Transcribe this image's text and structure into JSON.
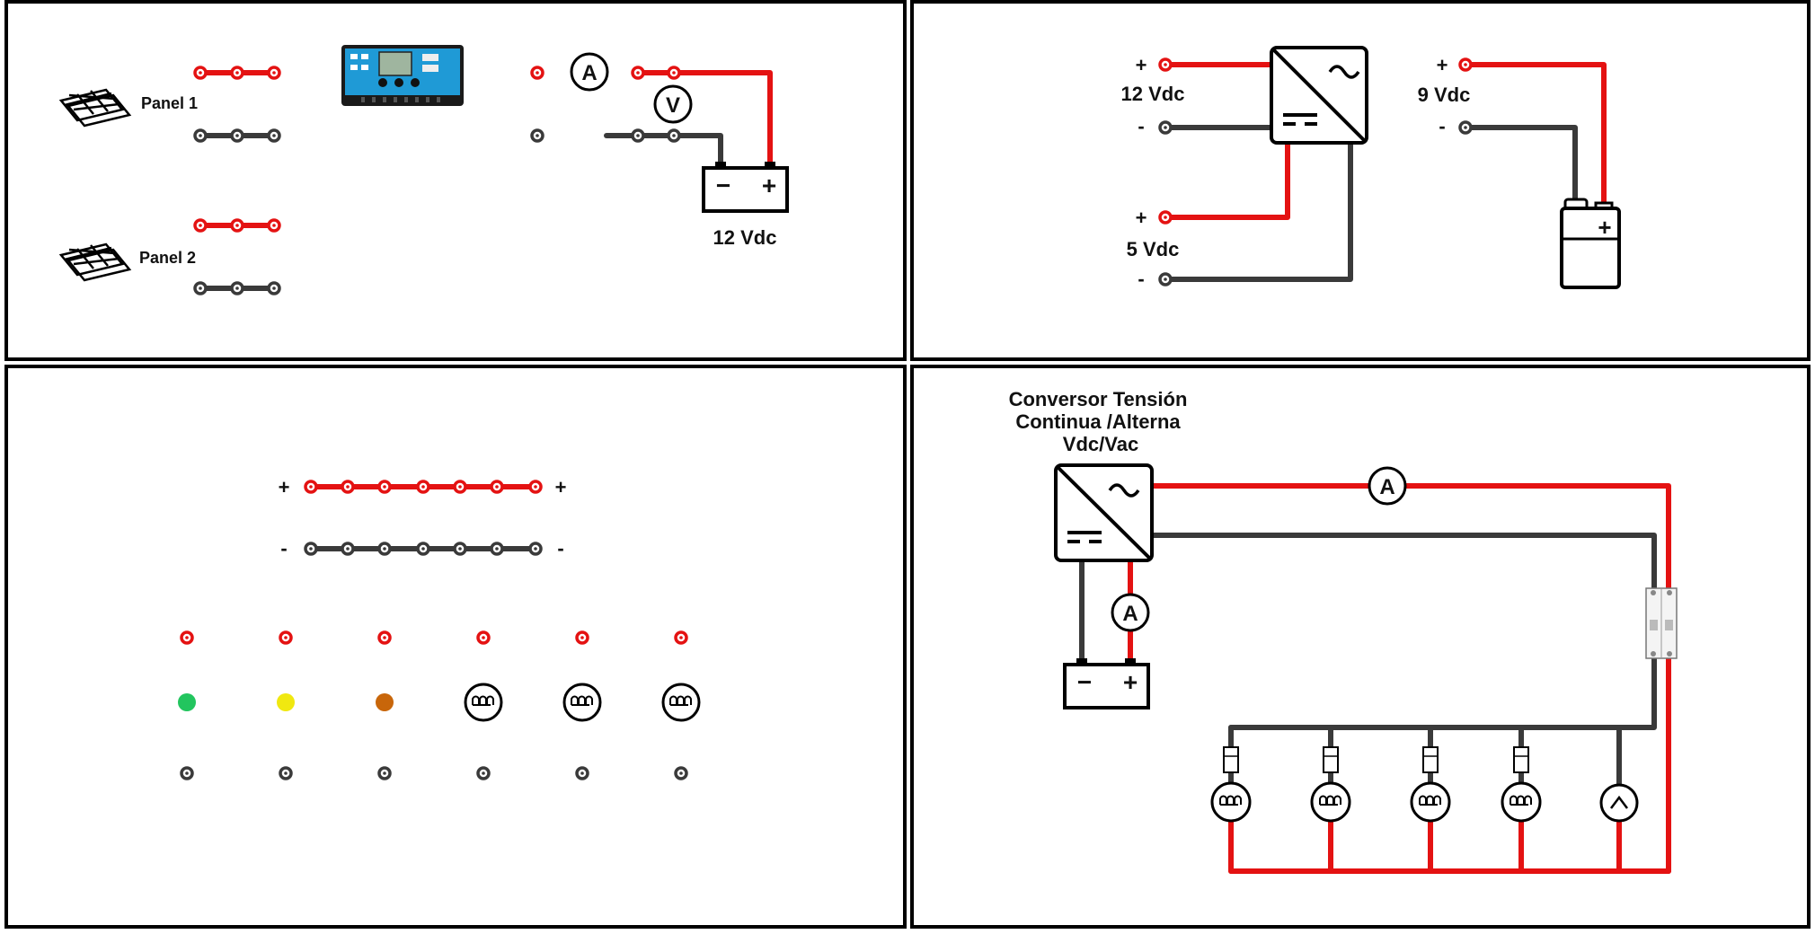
{
  "panel1": {
    "panel1_label": "Panel 1",
    "panel2_label": "Panel 2",
    "ammeter": "A",
    "voltmeter": "V",
    "battery_minus": "−",
    "battery_plus": "+",
    "battery_voltage": "12 Vdc"
  },
  "panel2": {
    "plus_12": "+",
    "label_12": "12 Vdc",
    "minus_12": "-",
    "plus_5": "+",
    "label_5": "5 Vdc",
    "minus_5": "-",
    "plus_9": "+",
    "label_9": "9 Vdc",
    "minus_9": "-",
    "battery9_plus": "+"
  },
  "panel3": {
    "bus_plus_left": "+",
    "bus_plus_right": "+",
    "bus_minus_left": "-",
    "bus_minus_right": "-",
    "leds": [
      {
        "kind": "led",
        "color": "#22c55e"
      },
      {
        "kind": "led",
        "color": "#f0e810"
      },
      {
        "kind": "led",
        "color": "#c8660a"
      },
      {
        "kind": "lamp"
      },
      {
        "kind": "lamp"
      },
      {
        "kind": "lamp"
      }
    ]
  },
  "panel4": {
    "title_line1": "Conversor Tensión",
    "title_line2": "Continua /Alterna",
    "title_line3": "Vdc/Vac",
    "ammeter_top": "A",
    "ammeter_left": "A",
    "battery_minus": "−",
    "battery_plus": "+"
  },
  "colors": {
    "positive": "#e41212",
    "negative": "#3a3a3a",
    "controller": "#1f9ad6"
  }
}
